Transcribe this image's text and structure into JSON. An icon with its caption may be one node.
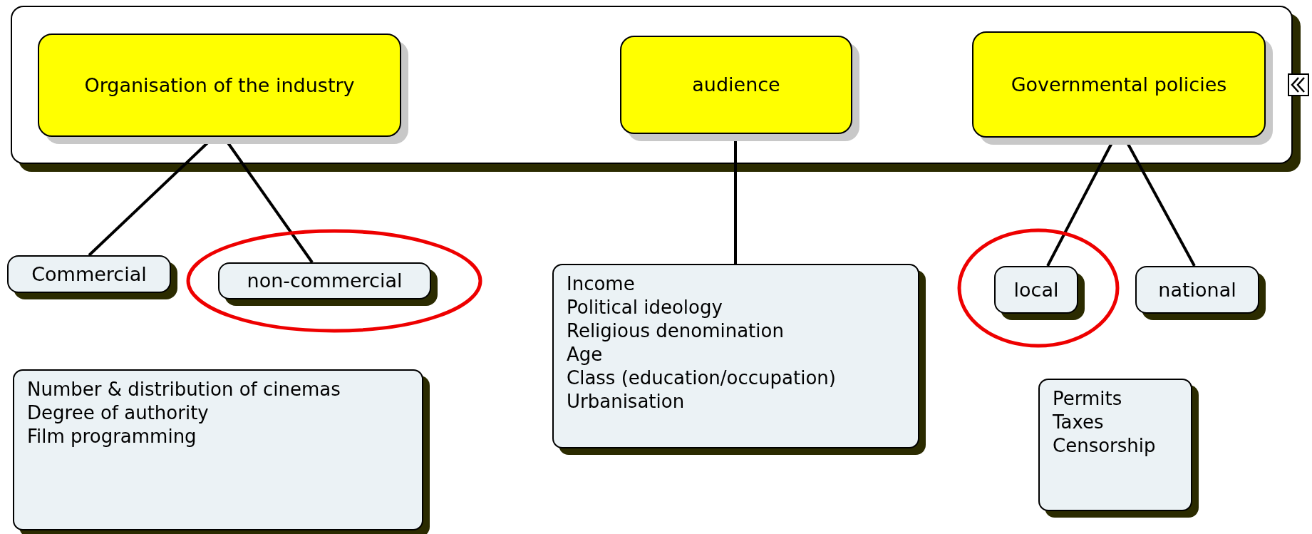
{
  "diagram": {
    "nodes": [
      {
        "text": [],
        "shape": "box"
      },
      {
        "text": [
          "Organisation of the industry"
        ],
        "in": 0
      },
      {
        "text": [
          "audience"
        ],
        "in": 0
      },
      {
        "text": [
          "Governmental policies"
        ],
        "in": 0
      },
      {
        "text": [
          "Commercial"
        ]
      },
      {
        "text": [
          "non-commercial"
        ]
      },
      {
        "text": [
          "Income",
          "Political ideology",
          "Religious denomination",
          "Age",
          "Class (education/occupation)",
          "Urbanisation"
        ]
      },
      {
        "text": [
          "local"
        ]
      },
      {
        "text": [
          "national"
        ]
      },
      {
        "text": [
          "Number & distribution of cinemas",
          "Degree of authority",
          "Film programming"
        ]
      },
      {
        "text": [
          "Permits",
          "Taxes",
          "Censorship"
        ]
      }
    ],
    "edges": [
      {
        "from": 1,
        "to": 4,
        "arrow": "none"
      },
      {
        "from": 1,
        "to": 5,
        "arrow": "none"
      },
      {
        "from": 2,
        "to": 6,
        "arrow": "none"
      },
      {
        "from": 3,
        "to": 7,
        "arrow": "none"
      },
      {
        "from": 3,
        "to": 8,
        "arrow": "none"
      }
    ]
  }
}
